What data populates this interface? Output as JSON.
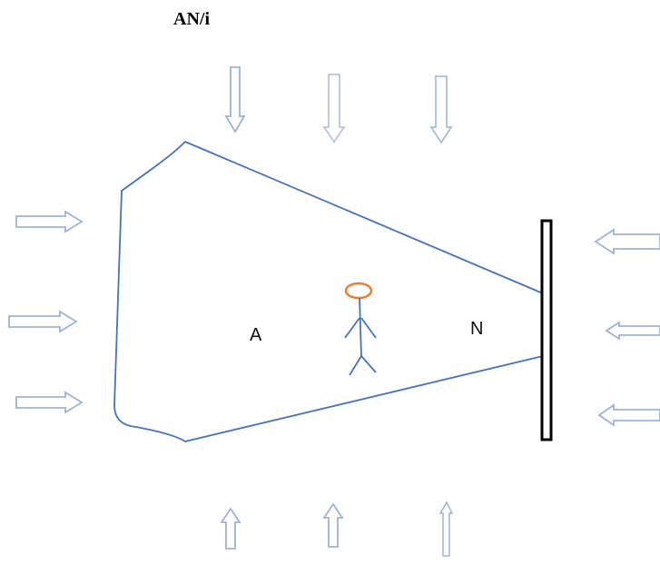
{
  "diagram": {
    "title": "AN/i",
    "labels": {
      "left_region": "A",
      "right_region": "N"
    },
    "colors": {
      "outline": "#4472c4",
      "arrow_stroke": "#9db4d8",
      "figure_body": "#4472c4",
      "figure_head": "#ed7d31",
      "wall": "#000000"
    },
    "icons": {
      "person": "stick-figure-icon",
      "arrow_down": "arrow-down-icon",
      "arrow_up": "arrow-up-icon",
      "arrow_right": "arrow-right-icon",
      "arrow_left": "arrow-left-icon"
    }
  }
}
